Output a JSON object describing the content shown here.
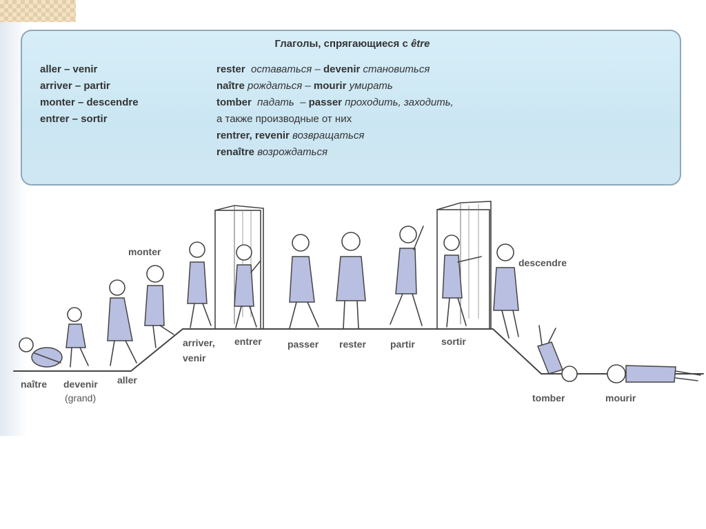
{
  "panel": {
    "title_prefix": "Глаголы, спрягающиеся с ",
    "title_italic": "être",
    "left_rows": [
      "aller – venir",
      "arriver – partir",
      "monter – descendre",
      "entrer – sortir"
    ],
    "right_rows": [
      [
        {
          "t": "rester",
          "s": "b"
        },
        {
          "t": "  оставаться – ",
          "s": "i"
        },
        {
          "t": "devenir",
          "s": "b"
        },
        {
          "t": " становиться",
          "s": "i"
        }
      ],
      [
        {
          "t": "naître",
          "s": "b"
        },
        {
          "t": " рождаться – ",
          "s": "i"
        },
        {
          "t": "mourir",
          "s": "b"
        },
        {
          "t": " умирать",
          "s": "i"
        }
      ],
      [
        {
          "t": "tomber",
          "s": "b"
        },
        {
          "t": "  падать  – ",
          "s": "i"
        },
        {
          "t": "passer",
          "s": "b"
        },
        {
          "t": " проходить, заходить,",
          "s": "i"
        }
      ],
      [
        {
          "t": "а также производные от них",
          "s": "n"
        }
      ],
      [
        {
          "t": "rentrer, revenir",
          "s": "b"
        },
        {
          "t": " возвращаться",
          "s": "i"
        }
      ],
      [
        {
          "t": "renaître",
          "s": "b"
        },
        {
          "t": " возрождаться",
          "s": "i"
        }
      ]
    ]
  },
  "scene_labels": {
    "naitre": "naître",
    "devenir": "devenir",
    "grand": "(grand)",
    "aller": "aller",
    "monter": "monter",
    "arriver": "arriver,",
    "venir": "venir",
    "entrer": "entrer",
    "passer": "passer",
    "rester": "rester",
    "partir": "partir",
    "sortir": "sortir",
    "descendre": "descendre",
    "tomber": "tomber",
    "mourir": "mourir"
  }
}
